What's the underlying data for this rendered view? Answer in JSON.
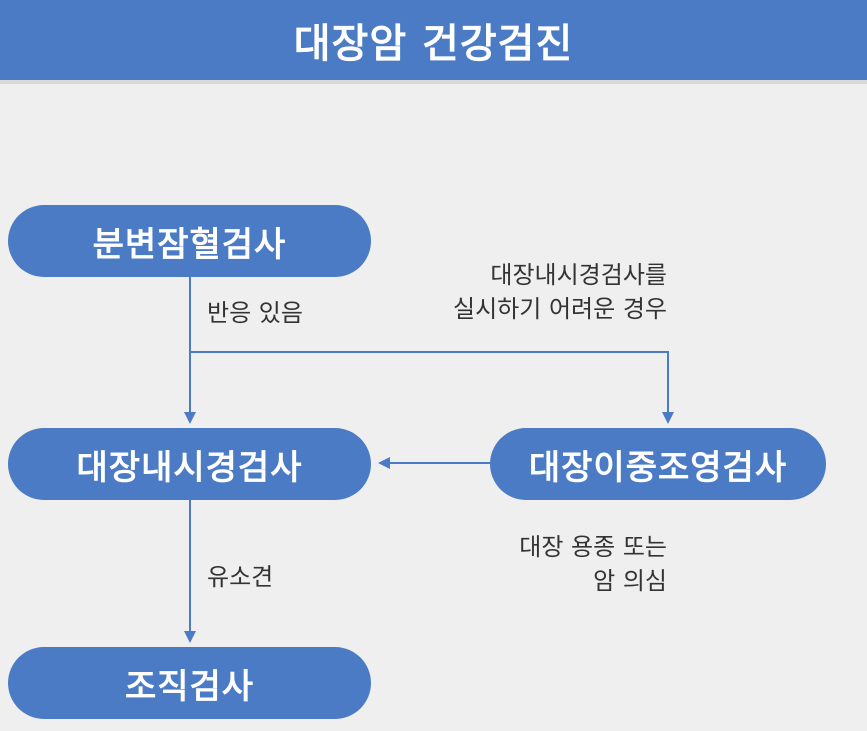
{
  "title": "대장암 건강검진",
  "nodes": {
    "fobt": "분변잠혈검사",
    "colonoscopy": "대장내시경검사",
    "barium": "대장이중조영검사",
    "biopsy": "조직검사"
  },
  "edge_labels": {
    "positive": "반응 있음",
    "difficult_line1": "대장내시경검사를",
    "difficult_line2": "실시하기 어려운 경우",
    "finding": "유소견",
    "suspicion_line1": "대장 용종 또는",
    "suspicion_line2": "암 의심"
  },
  "colors": {
    "node_fill": "#4a7bc4",
    "arrow": "#4a7bc4",
    "background": "#efefef",
    "header": "#4a7bc4"
  }
}
